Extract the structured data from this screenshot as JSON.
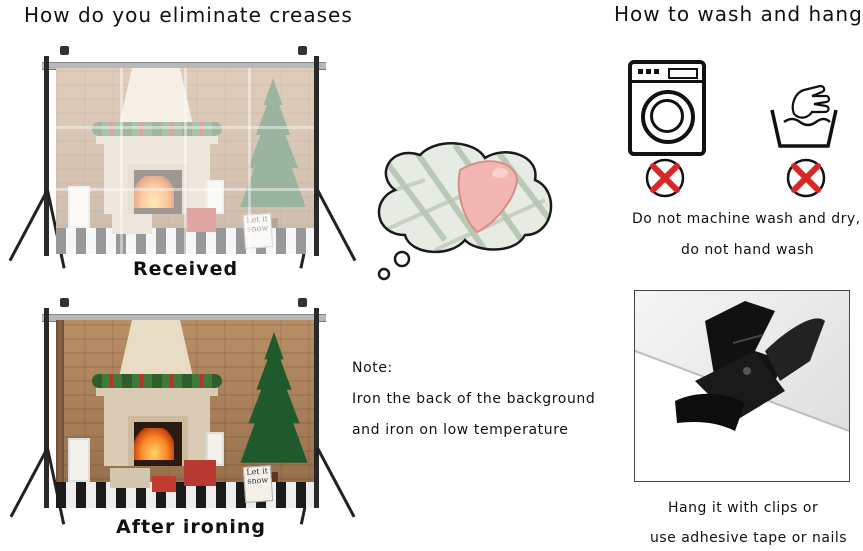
{
  "left": {
    "heading": "How do you eliminate creases",
    "received_caption": "Received",
    "after_caption": "After ironing",
    "backdrop_sign_text": "Let it snow"
  },
  "middle": {
    "note_label": "Note:",
    "note_line1": "Iron the back of the background",
    "note_line2": "and iron on low temperature"
  },
  "right": {
    "heading": "How to wash and hang",
    "warning_line1": "Do not machine wash and dry,",
    "warning_line2": "do not hand wash",
    "hang_line1": "Hang it with clips or",
    "hang_line2": "use adhesive tape or nails"
  },
  "colors": {
    "x_red": "#d92626",
    "text": "#111111"
  }
}
